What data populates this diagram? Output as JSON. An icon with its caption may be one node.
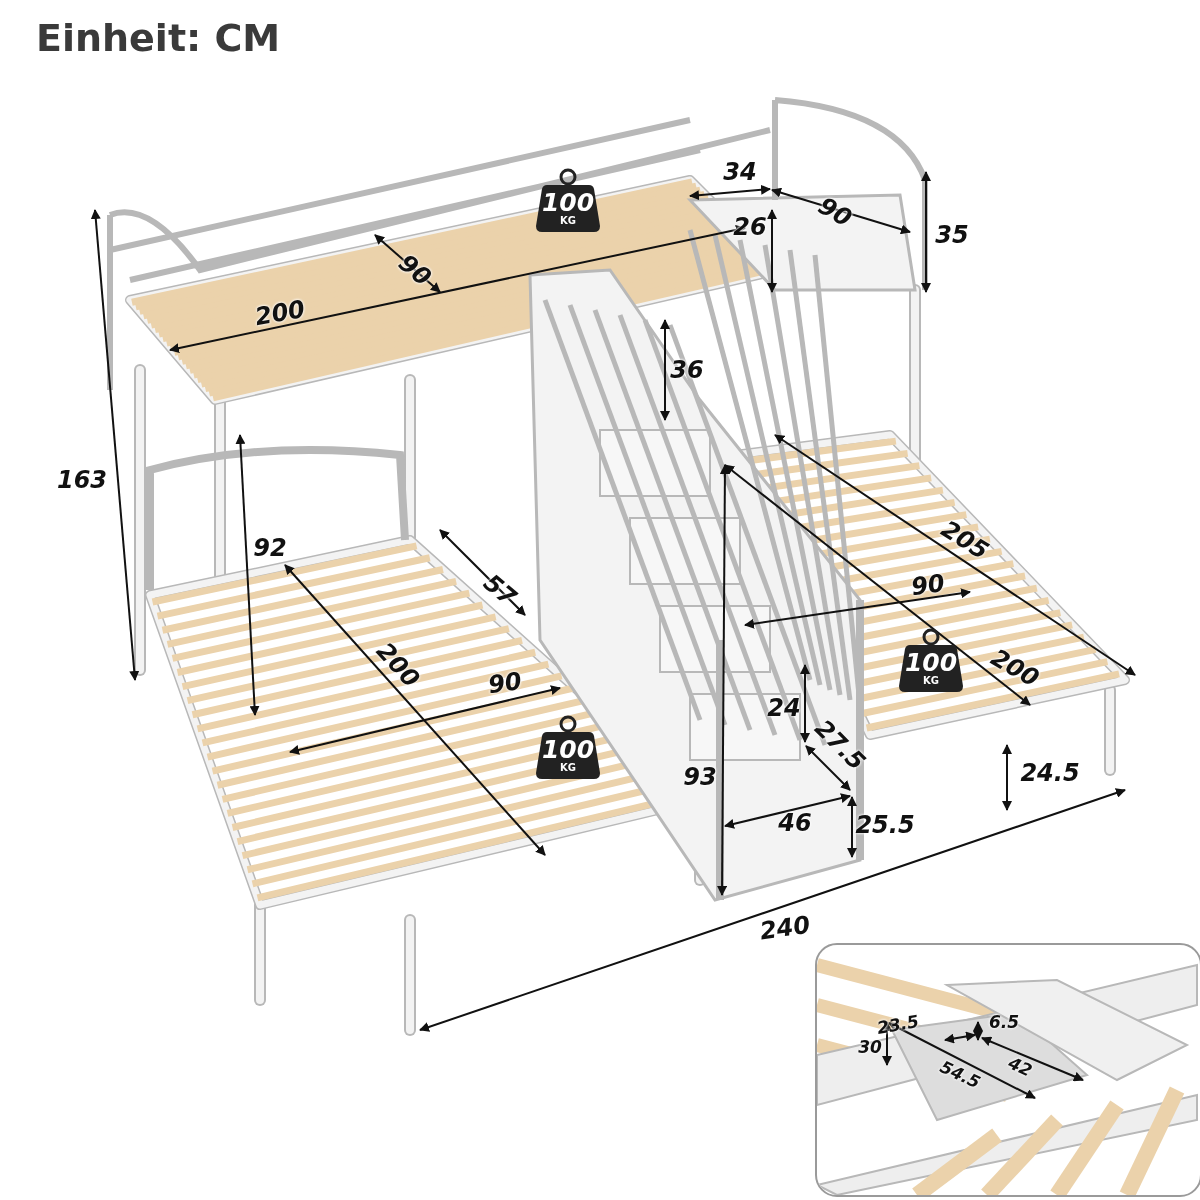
{
  "diagram": {
    "title": "Einheit: CM",
    "nodes": [
      {
        "text": [
          "100",
          "KG"
        ]
      },
      {
        "text": [
          "100",
          "KG"
        ]
      },
      {
        "text": [
          "100",
          "KG"
        ]
      }
    ],
    "labels": [
      "34",
      "90",
      "35",
      "26",
      "90",
      "200",
      "36",
      "163",
      "205",
      "92",
      "57",
      "90",
      "200",
      "200",
      "90",
      "24",
      "27.5",
      "93",
      "24.5",
      "46",
      "25.5",
      "240",
      "23.5",
      "6.5",
      "30",
      "54.5",
      "42"
    ]
  }
}
